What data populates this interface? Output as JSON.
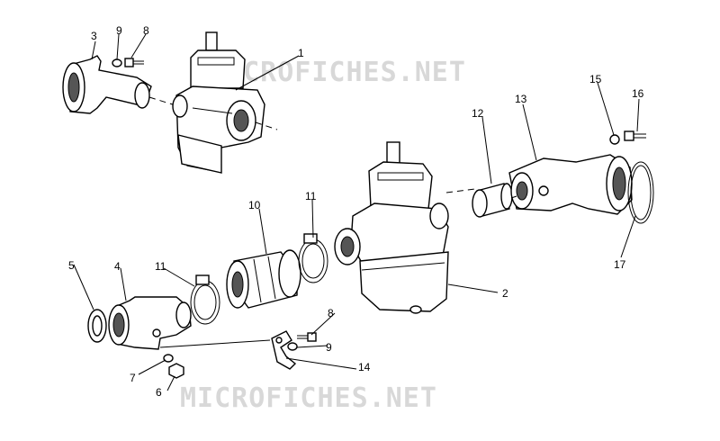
{
  "watermark": "MICROFICHES.NET",
  "callouts": [
    "1",
    "2",
    "3",
    "4",
    "5",
    "6",
    "7",
    "8",
    "9",
    "10",
    "11",
    "12",
    "13",
    "14",
    "15",
    "16",
    "17"
  ],
  "colors": {
    "ink": "#000000",
    "watermark": "#d8d8d8",
    "background": "#ffffff"
  }
}
